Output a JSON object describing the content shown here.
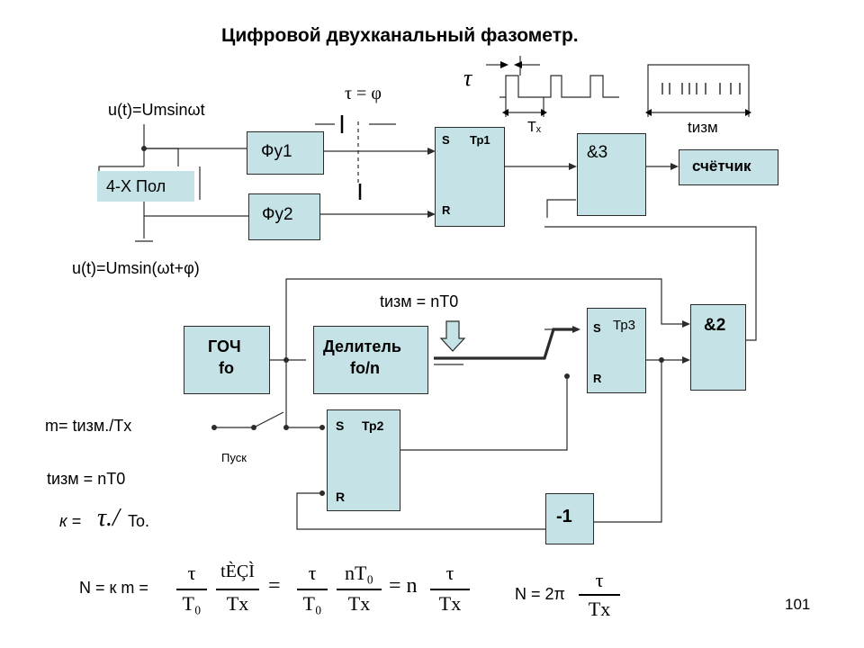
{
  "title": "Цифровой двухканальный фазометр.",
  "page_number": "101",
  "signals": {
    "input1": "u(t)=Umsinωt",
    "input2": "u(t)=Umsin(ωt+φ)",
    "tau_eq": "τ = φ",
    "tau_symbol": "τ",
    "tx_label": "Tₓ",
    "tizm_label": "tизм",
    "tizm_formula": "tизм = nT0",
    "pusk": "Пуск"
  },
  "blocks": {
    "fu1": "Фу1",
    "fu2": "Фу2",
    "quad": "4-Х Пол",
    "tr1_s": "S",
    "tr1_r": "R",
    "tr1_name": "Тр1",
    "and3": "&3",
    "counter": "счётчик",
    "goch_line1": "ГОЧ",
    "goch_line2": "fo",
    "div_line1": "Делитель",
    "div_line2": "fo/n",
    "tr3_s": "S",
    "tr3_r": "R",
    "tr3_name": "Тр3",
    "and2": "&2",
    "tr2_s": "S",
    "tr2_r": "R",
    "tr2_name": "Тр2",
    "minus1": "-1"
  },
  "formulas": {
    "m_eq": "m= tизм./Tx",
    "tizm_eq": "tизм = nT0",
    "k_eq_left": "к = ",
    "k_eq_tau": "τ./",
    "k_eq_right": "To.",
    "n_eq_left": "N = к m =",
    "f1_num": "τ",
    "f1_den": "T₀",
    "f2_num": "tÈÇÌ",
    "f2_den": "Tx",
    "eq1": "=",
    "f3_num": "τ",
    "f3_den": "T₀",
    "f4_num": "nT₀",
    "f4_den": "Tx",
    "eq2": "= n",
    "f5_num": "τ",
    "f5_den": "Tx",
    "n2_left": "N = 2π",
    "f6_num": "τ",
    "f6_den": "Tx"
  }
}
